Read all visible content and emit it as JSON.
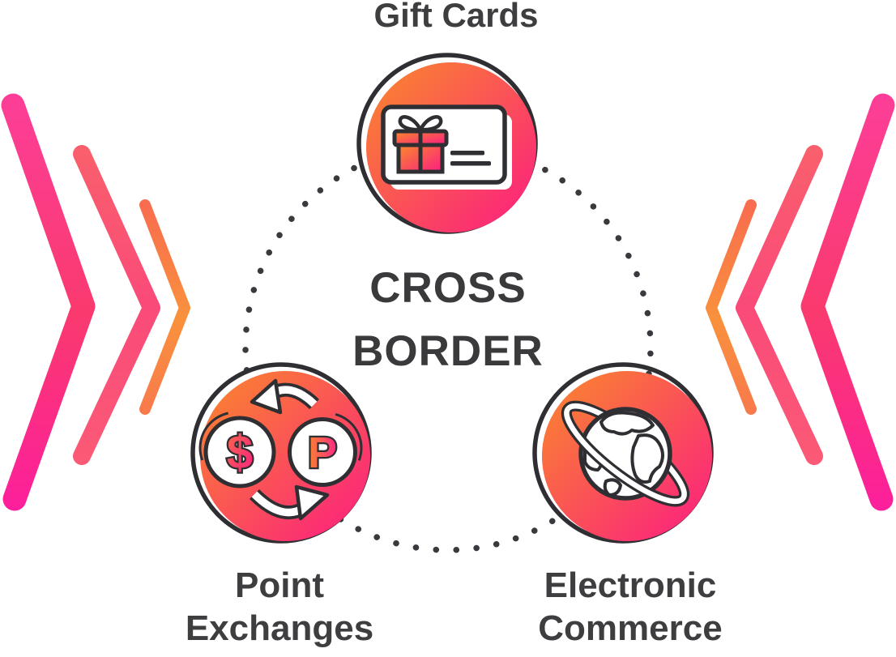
{
  "diagram": {
    "title_line1": "CROSS",
    "title_line2": "BORDER",
    "nodes": [
      {
        "id": "gift-cards",
        "label": "Gift Cards",
        "icon": "gift-card-icon",
        "position": "top"
      },
      {
        "id": "point-exchanges",
        "label": "Point Exchanges",
        "icon": "currency-exchange-icon",
        "position": "bottom-left"
      },
      {
        "id": "electronic-commerce",
        "label": "Electronic Commerce",
        "icon": "globe-orbit-icon",
        "position": "bottom-right"
      }
    ],
    "exchange_symbols": {
      "left": "$",
      "right": "P"
    },
    "colors": {
      "gradient_orange": "#F9892B",
      "gradient_pink": "#FC1C82",
      "chevron_magenta": "#FC3E98",
      "chevron_salmon": "#FA5A74",
      "chevron_orange": "#F9913C",
      "outline_dark": "#2F2F33",
      "dot_gray": "#3A3A3E",
      "text_dark": "#3E3E41",
      "background": "#FFFFFF"
    }
  }
}
